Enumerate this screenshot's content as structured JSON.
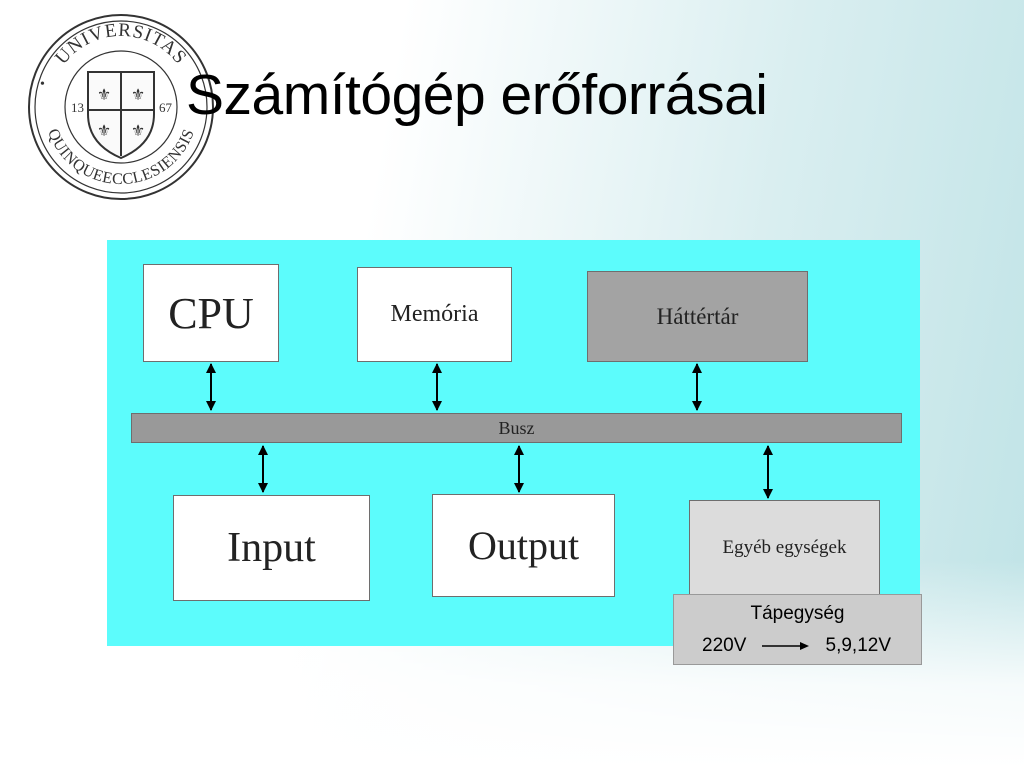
{
  "slide": {
    "title": "Számítógép erőforrásai",
    "logo": {
      "text_top": "UNIVERSITAS",
      "text_bottom": "QUINQUEECCLESIENSIS",
      "num_left": "13",
      "num_right": "67"
    }
  },
  "diagram": {
    "bus_label": "Busz",
    "top_units": [
      "CPU",
      "Memória",
      "Háttértár"
    ],
    "bottom_units": [
      "Input",
      "Output",
      "Egyéb egységek"
    ],
    "colors": {
      "background": "#5cfcfc",
      "bus": "#999999",
      "storage": "#a3a3a3",
      "other_units": "#dcdcdc"
    }
  },
  "power_supply": {
    "label": "Tápegység",
    "input": "220V",
    "output": "5,9,12V"
  }
}
